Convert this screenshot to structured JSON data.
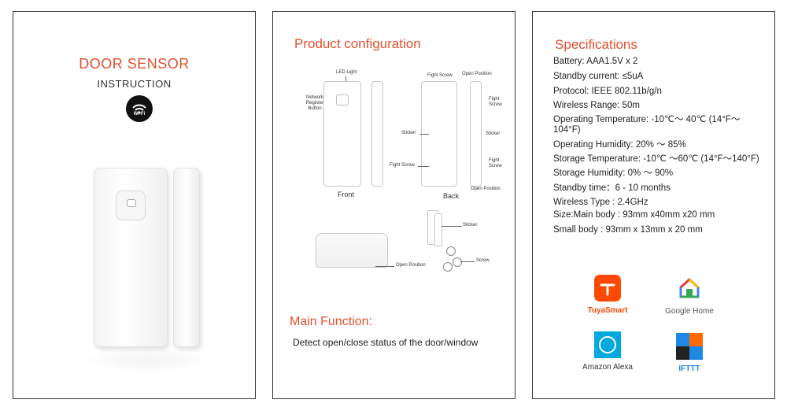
{
  "panel1": {
    "title": "DOOR SENSOR",
    "subtitle": "INSTRUCTION",
    "wifi_badge": "Wi-Fi",
    "colors": {
      "accent": "#e2502f"
    }
  },
  "panel2": {
    "title": "Product configuration",
    "diagram": {
      "led_light": "LED Light",
      "network_register_button": [
        "Network",
        "Register",
        "Button"
      ],
      "front": "Front",
      "back": "Back",
      "fight_screw_top": "Fight Screw",
      "open_position_top": "Open Position",
      "sticker_left": "Sticker",
      "fight_screw_left": "Fight Screw",
      "fight_screw_right_top": [
        "Fight",
        "Screw"
      ],
      "sticker_right": "Sticker",
      "fight_screw_right_bottom": [
        "Fight",
        "Screw"
      ],
      "open_position_bottom": "Open Position",
      "sticker_accessory": "Sticker",
      "screw_accessory": "Screw",
      "open_position_side": "Open Position"
    },
    "function_title": "Main Function:",
    "function_text": "Detect open/close status of the door/window"
  },
  "panel3": {
    "title": "Specifications",
    "specs": [
      "Battery: AAA1.5V x 2",
      "Standby current: ≤5uA",
      "Protocol: IEEE 802.11b/g/n",
      "Wireless Range: 50m",
      "Operating Temperature: -10℃～ 40℃ (14°F～",
      "104°F)",
      "Operating Humidity: 20% ～ 85%",
      "Storage Temperature: -10℃ ～60℃ (14°F～140°F)",
      "Storage Humidity: 0% ～ 90%",
      "Standby time：6 - 10 months",
      "Wireless Type : 2.4GHz",
      "Size:Main body : 93mm x40mm x20 mm",
      "Small body : 93mm x 13mm x 20 mm"
    ],
    "brands": {
      "tuya": "TuyaSmart",
      "google": "Google Home",
      "alexa": "Amazon Alexa",
      "ifttt": "IFTTT"
    }
  }
}
